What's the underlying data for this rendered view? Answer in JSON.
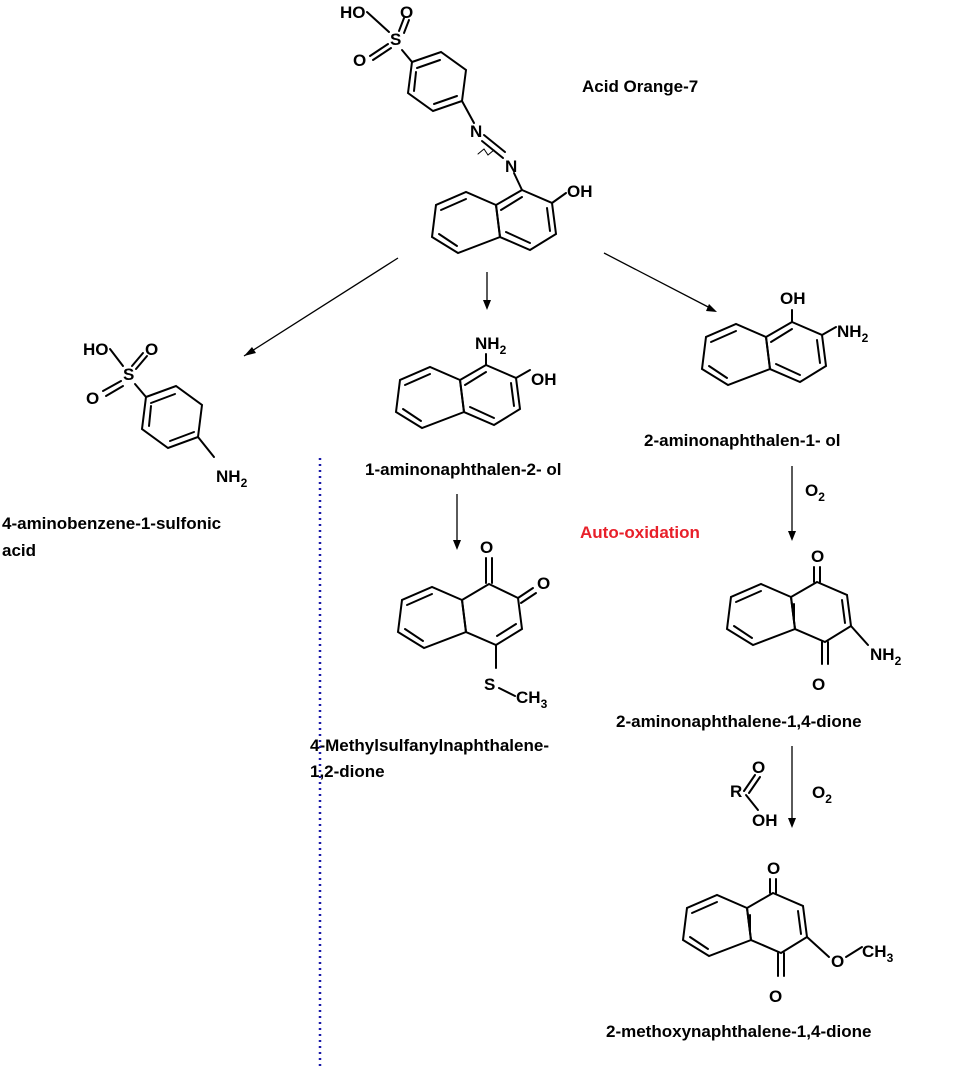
{
  "compounds": {
    "parent": "Acid Orange-7",
    "sulfanilic": [
      "4-aminobenzene-1-sulfonic",
      "acid"
    ],
    "amino_naphthol_a": "1-aminonaphthalen-2- ol",
    "amino_naphthol_b": "2-aminonaphthalen-1- ol",
    "methylsulfanyl": [
      "4-Methylsulfanylnaphthalene-",
      "1,2-dione"
    ],
    "amino_dione": "2-aminonaphthalene-1,4-dione",
    "methoxy_dione": "2-methoxynaphthalene-1,4-dione"
  },
  "reaction_label": "Auto-oxidation",
  "reaction_label_color": "#e8202a",
  "reagents": {
    "oxygen_1": "O2",
    "oxygen_2": "O2",
    "acid_r": "R",
    "acid_o": "O",
    "acid_oh": "OH"
  },
  "atoms": {
    "ho": "HO",
    "o": "O",
    "s": "S",
    "n": "N",
    "oh": "OH",
    "nh2": "NH2",
    "ch3": "CH3"
  },
  "colors": {
    "divider": "#1a1aa8",
    "text": "#000000"
  }
}
